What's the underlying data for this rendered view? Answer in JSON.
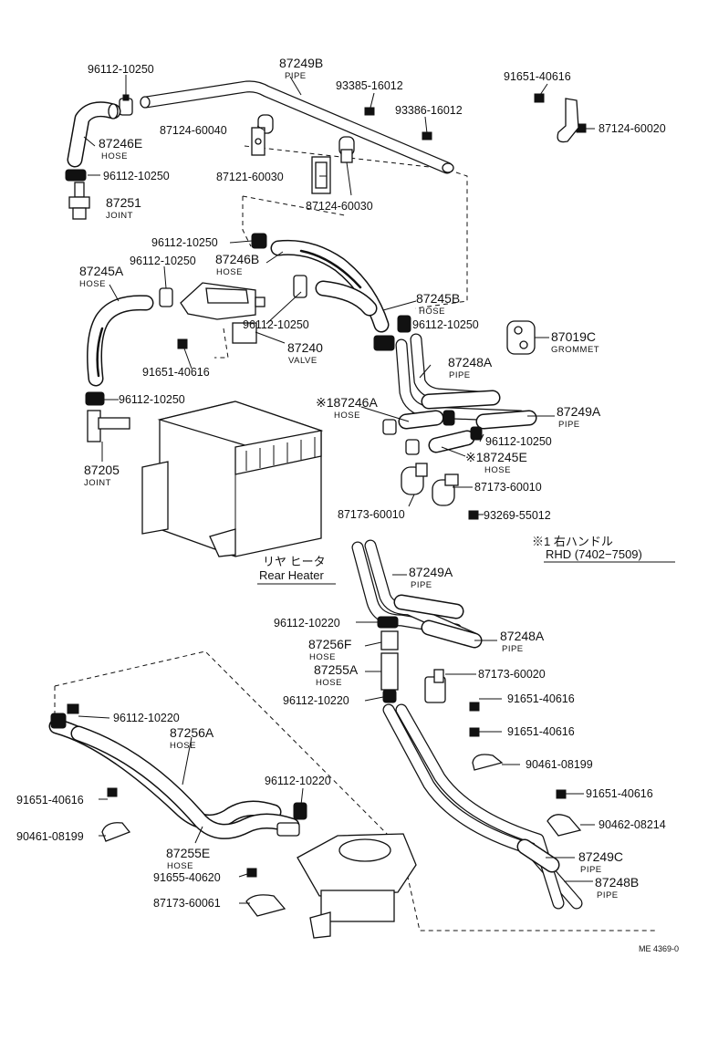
{
  "labels": [
    {
      "id": "l1",
      "text": "96112-10250"
    },
    {
      "id": "l2",
      "text": "87249B",
      "sub": "PIPE"
    },
    {
      "id": "l3",
      "text": "93385-16012"
    },
    {
      "id": "l4",
      "text": "91651-40616"
    },
    {
      "id": "l5",
      "text": "87124-60040"
    },
    {
      "id": "l6",
      "text": "93386-16012"
    },
    {
      "id": "l7",
      "text": "87124-60020"
    },
    {
      "id": "l8",
      "text": "87246E",
      "sub": "HOSE"
    },
    {
      "id": "l9",
      "text": "96112-10250"
    },
    {
      "id": "l10",
      "text": "87121-60030"
    },
    {
      "id": "l11",
      "text": "87251",
      "sub": "JOINT"
    },
    {
      "id": "l12",
      "text": "87124-60030"
    },
    {
      "id": "l13",
      "text": "96112-10250"
    },
    {
      "id": "l14",
      "text": "87246B",
      "sub": "HOSE"
    },
    {
      "id": "l15",
      "text": "96112-10250"
    },
    {
      "id": "l16",
      "text": "87245A",
      "sub": "HOSE"
    },
    {
      "id": "l17",
      "text": "87245B",
      "sub": "HOSE"
    },
    {
      "id": "l18",
      "text": "96112-10250"
    },
    {
      "id": "l19",
      "text": "96112-10250"
    },
    {
      "id": "l20",
      "text": "87019C",
      "sub": "GROMMET"
    },
    {
      "id": "l21",
      "text": "87240",
      "sub": "VALVE"
    },
    {
      "id": "l22",
      "text": "91651-40616"
    },
    {
      "id": "l23",
      "text": "87248A",
      "sub": "PIPE"
    },
    {
      "id": "l24",
      "text": "96112-10250"
    },
    {
      "id": "l25",
      "text": "※187246A",
      "sub": "HOSE"
    },
    {
      "id": "l26",
      "text": "87249A",
      "sub": "PIPE"
    },
    {
      "id": "l27",
      "text": "96112-10250"
    },
    {
      "id": "l28",
      "text": "※187245E",
      "sub": "HOSE"
    },
    {
      "id": "l29",
      "text": "87205",
      "sub": "JOINT"
    },
    {
      "id": "l30",
      "text": "87173-60010"
    },
    {
      "id": "l31",
      "text": "87173-60010"
    },
    {
      "id": "l32",
      "text": "93269-55012"
    },
    {
      "id": "l33",
      "text": "87249A",
      "sub": "PIPE"
    },
    {
      "id": "l34",
      "text": "96112-10220"
    },
    {
      "id": "l35",
      "text": "87248A",
      "sub": "PIPE"
    },
    {
      "id": "l36",
      "text": "87256F",
      "sub": "HOSE"
    },
    {
      "id": "l37",
      "text": "87255A",
      "sub": "HOSE"
    },
    {
      "id": "l38",
      "text": "87173-60020"
    },
    {
      "id": "l39",
      "text": "96112-10220"
    },
    {
      "id": "l40",
      "text": "91651-40616"
    },
    {
      "id": "l41",
      "text": "96112-10220"
    },
    {
      "id": "l42",
      "text": "91651-40616"
    },
    {
      "id": "l43",
      "text": "87256A",
      "sub": "HOSE"
    },
    {
      "id": "l44",
      "text": "90461-08199"
    },
    {
      "id": "l45",
      "text": "91651-40616"
    },
    {
      "id": "l46",
      "text": "96112-10220"
    },
    {
      "id": "l47",
      "text": "91651-40616"
    },
    {
      "id": "l48",
      "text": "90462-08214"
    },
    {
      "id": "l49",
      "text": "90461-08199"
    },
    {
      "id": "l50",
      "text": "87255E",
      "sub": "HOSE"
    },
    {
      "id": "l51",
      "text": "87249C",
      "sub": "PIPE"
    },
    {
      "id": "l52",
      "text": "91655-40620"
    },
    {
      "id": "l53",
      "text": "87248B",
      "sub": "PIPE"
    },
    {
      "id": "l54",
      "text": "87173-60061"
    }
  ],
  "notes": {
    "rear_heater_jp": "リヤ ヒータ",
    "rear_heater_en": "Rear Heater",
    "rhd_line1": "※1 右ハンドル",
    "rhd_line2": "RHD (7402−7509)",
    "doc_code": "ME 4369-0"
  }
}
